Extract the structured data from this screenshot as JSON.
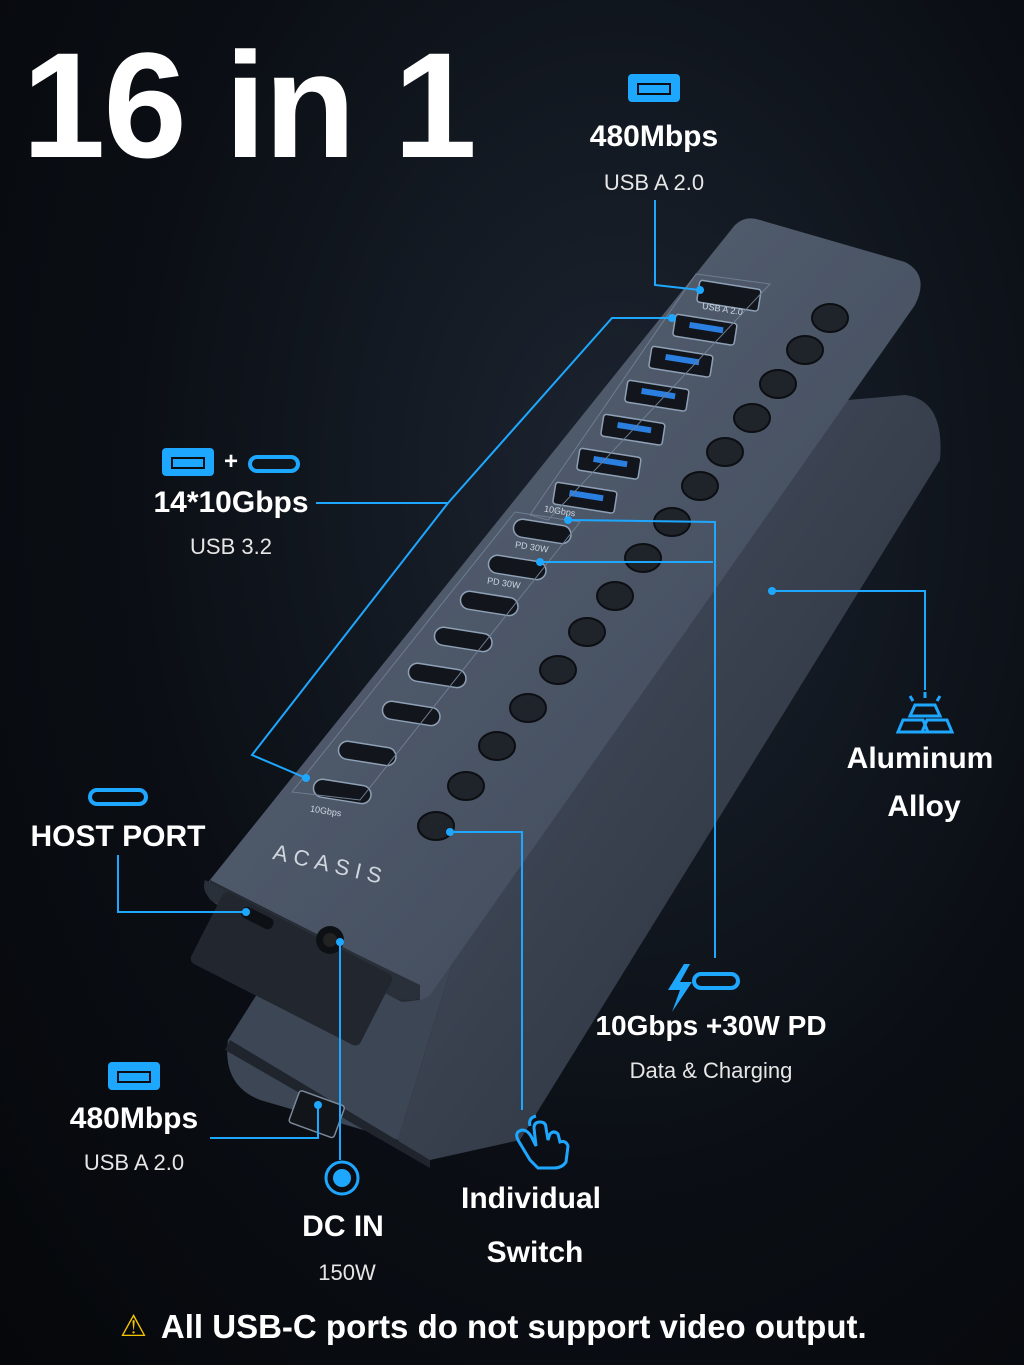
{
  "hero": {
    "title": "16 in 1"
  },
  "brand": {
    "logo_text": "ACASIS"
  },
  "callouts": {
    "top_usb_a": {
      "speed": "480Mbps",
      "type": "USB A 2.0"
    },
    "usb32": {
      "plus": "+",
      "speed": "14*10Gbps",
      "type": "USB 3.2"
    },
    "host_port": {
      "label": "HOST PORT"
    },
    "aluminum": {
      "line1": "Aluminum",
      "line2": "Alloy"
    },
    "pd": {
      "speed": "10Gbps +30W PD",
      "desc": "Data & Charging"
    },
    "bottom_usb_a": {
      "speed": "480Mbps",
      "type": "USB A 2.0"
    },
    "dc_in": {
      "label": "DC IN",
      "power": "150W"
    },
    "switch": {
      "line1": "Individual",
      "line2": "Switch"
    }
  },
  "port_labels": {
    "usb_a_2": "USB A 2.0",
    "ten_gbps_top": "10Gbps",
    "pd1": "PD 30W",
    "pd2": "PD 30W",
    "ten_gbps_bottom": "10Gbps"
  },
  "warning": {
    "icon": "warning-triangle-icon",
    "text": "All USB-C ports do not support video output."
  },
  "colors": {
    "accent": "#1ea7ff",
    "device": "#4a5568",
    "warning": "#f5c400"
  }
}
